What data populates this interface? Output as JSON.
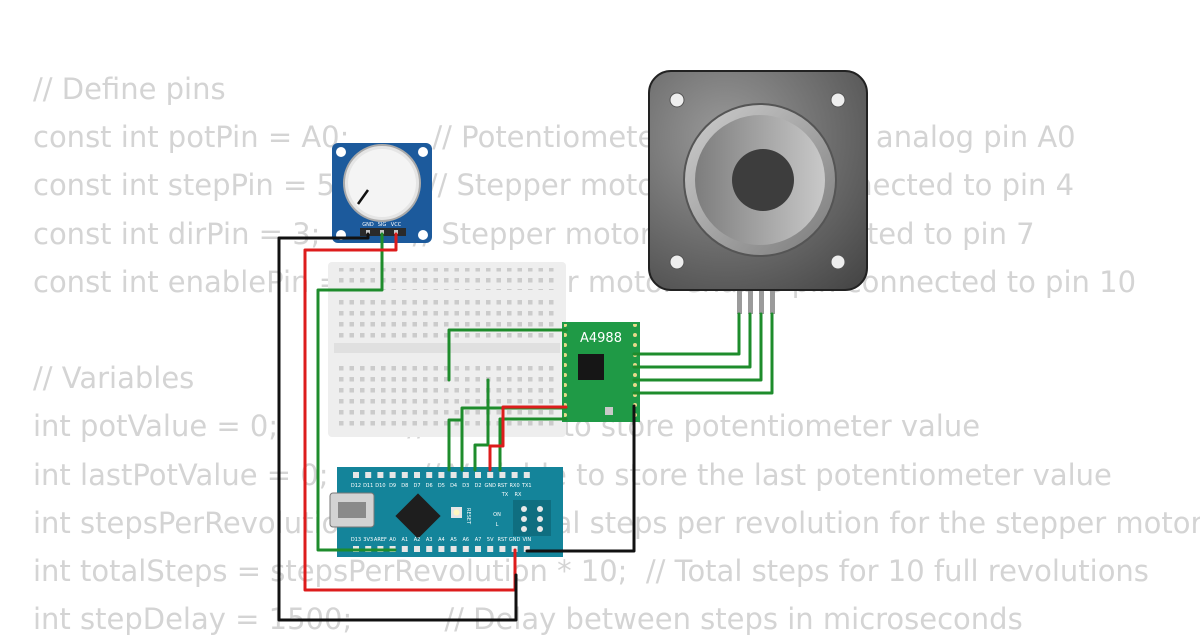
{
  "code_lines": [
    "// Define pins",
    "const int potPin = A0;         // Potentiometer connected to analog pin A0",
    "const int stepPin = 5;         // Stepper motor step pin connected to pin 4",
    "const int dirPin = 3;          // Stepper motor dir pin connected to pin 7",
    "const int enablePin = 4;      // Stepper motor enable pin connected to pin 10",
    "",
    "// Variables",
    "int potValue = 0;              // Variable to store potentiometer value",
    "int lastPotValue = 0;          // Variable to store the last potentiometer value",
    "int stepsPerRevolution = 200;  // Total steps per revolution for the stepper motor",
    "int totalSteps = stepsPerRevolution * 10;  // Total steps for 10 full revolutions",
    "int stepDelay = 1500;          // Delay between steps in microseconds"
  ],
  "driver_label": "A4988",
  "pot_pins": [
    "GND",
    "SIG",
    "VCC"
  ],
  "nano_top_pins": [
    "D12",
    "D11",
    "D10",
    "D9",
    "D8",
    "D7",
    "D6",
    "D5",
    "D4",
    "D3",
    "D2",
    "GND",
    "RST",
    "RX0",
    "TX1"
  ],
  "nano_bottom_pins": [
    "D13",
    "3V3",
    "AREF",
    "A0",
    "A1",
    "A2",
    "A3",
    "A4",
    "A5",
    "A6",
    "A7",
    "5V",
    "RST",
    "GND",
    "VIN"
  ],
  "nano_side_labels": [
    "TX",
    "RX",
    "ON",
    "L"
  ],
  "reset_label": "RESET",
  "colors": {
    "wire_green": "#1e8c2c",
    "wire_red": "#dd1c1c",
    "wire_black": "#111111",
    "nano_board": "#14849a",
    "driver_board": "#1f9a46",
    "pot_board": "#1c5a9c",
    "code_text": "#d4d4d4"
  }
}
